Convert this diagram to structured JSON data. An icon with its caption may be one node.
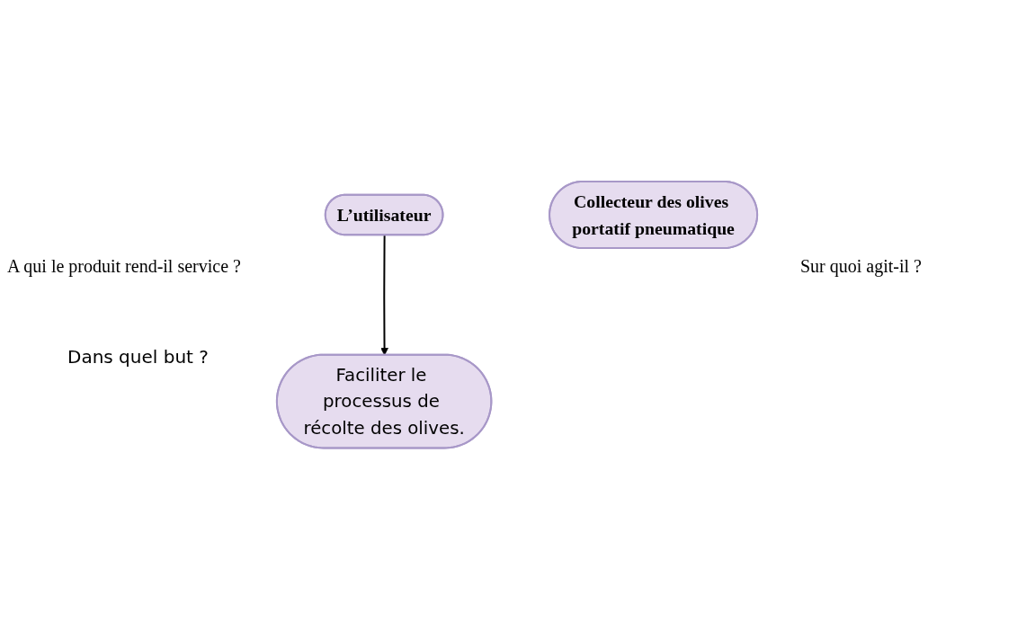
{
  "diagram": {
    "nodes": [
      {
        "text": [
          "L’utilisateur"
        ]
      },
      {
        "text": [
          "Collecteur des olives portatif pneumatique"
        ]
      },
      {
        "text": [
          "Faciliter le processus de récolte des olives."
        ]
      }
    ],
    "edges": [
      {
        "from": 0,
        "to": 2,
        "arrow": "to"
      }
    ],
    "labels": [
      "A qui le produit rend-il service ?",
      "Sur quoi agit-il ?",
      "Dans quel but ?"
    ]
  }
}
